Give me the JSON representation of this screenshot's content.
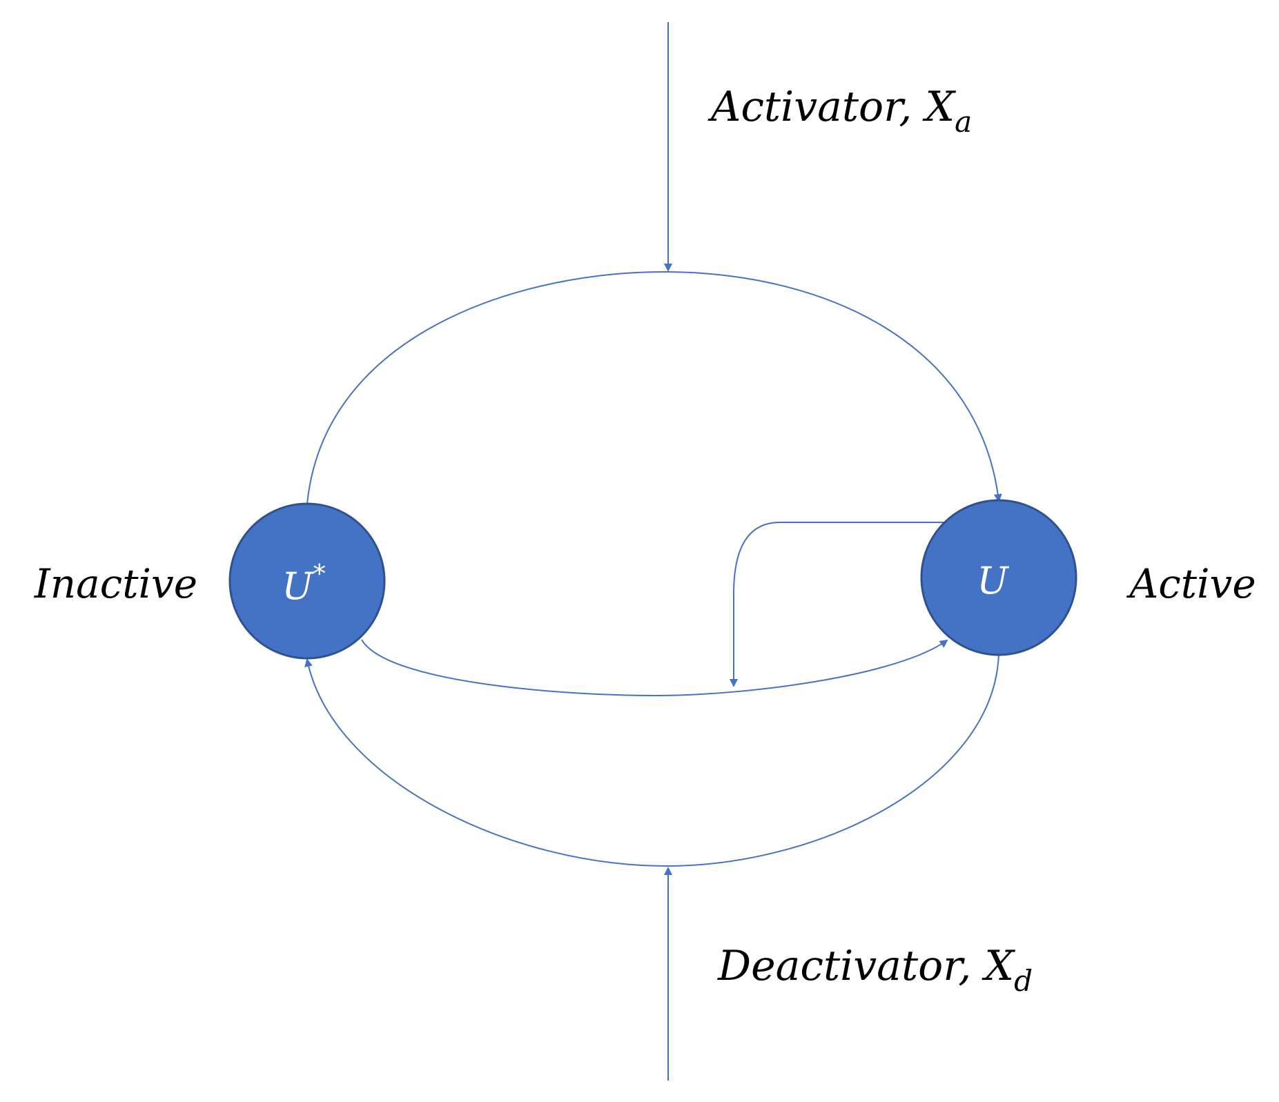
{
  "colors": {
    "edge": "#4472c4",
    "node_fill": "#4472c4",
    "node_stroke": "#2f528f",
    "label_text": "#000000",
    "node_text": "#ffffff"
  },
  "activator": {
    "label": "Activator, X",
    "subscript": "a"
  },
  "deactivator": {
    "label": "Deactivator, X",
    "subscript": "d"
  },
  "nodes": {
    "inactive": {
      "symbol": "U",
      "superscript": "*",
      "state_label": "Inactive"
    },
    "active": {
      "symbol": "U",
      "state_label": "Active"
    }
  }
}
